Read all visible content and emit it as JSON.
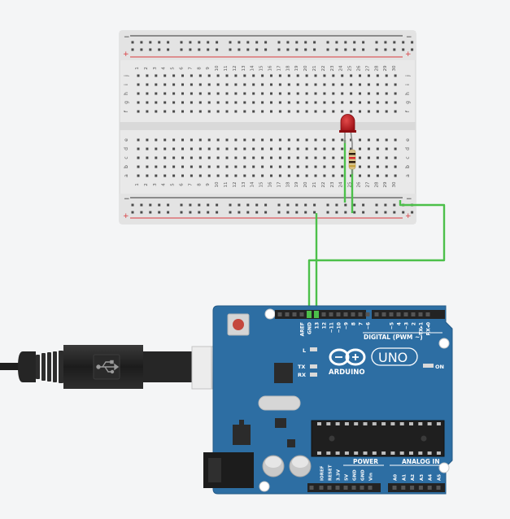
{
  "breadboard": {
    "power_rail_minus": "−",
    "power_rail_plus": "+",
    "row_letters_top": [
      "j",
      "i",
      "h",
      "g",
      "f"
    ],
    "row_letters_bottom": [
      "e",
      "d",
      "c",
      "b",
      "a"
    ],
    "column_count": 30
  },
  "components": {
    "led": {
      "color": "#c0131a",
      "state": "off"
    },
    "resistor": {
      "bands": [
        "#2b1a0e",
        "#d7262b",
        "#2b1a0e",
        "#c9a13c"
      ]
    }
  },
  "wire_color": "#4cc04a",
  "arduino": {
    "brand": "ARDUINO",
    "model": "UNO",
    "board_color": "#2d6ea3",
    "digital_header_label": "DIGITAL (PWM ~)",
    "digital_pins": [
      "AREF",
      "GND",
      "13",
      "12",
      "~11",
      "~10",
      "~9",
      "8",
      "7",
      "~6",
      "~5",
      "4",
      "~3",
      "2",
      "TX▸1",
      "RX◂0"
    ],
    "led_labels": [
      "L",
      "TX",
      "RX"
    ],
    "on_label": "ON",
    "power_label": "POWER",
    "analog_label": "ANALOG IN",
    "power_pins": [
      "IOREF",
      "RESET",
      "3.3V",
      "5V",
      "GND",
      "GND",
      "Vin"
    ],
    "analog_pins": [
      "A0",
      "A1",
      "A2",
      "A3",
      "A4",
      "A5"
    ]
  }
}
